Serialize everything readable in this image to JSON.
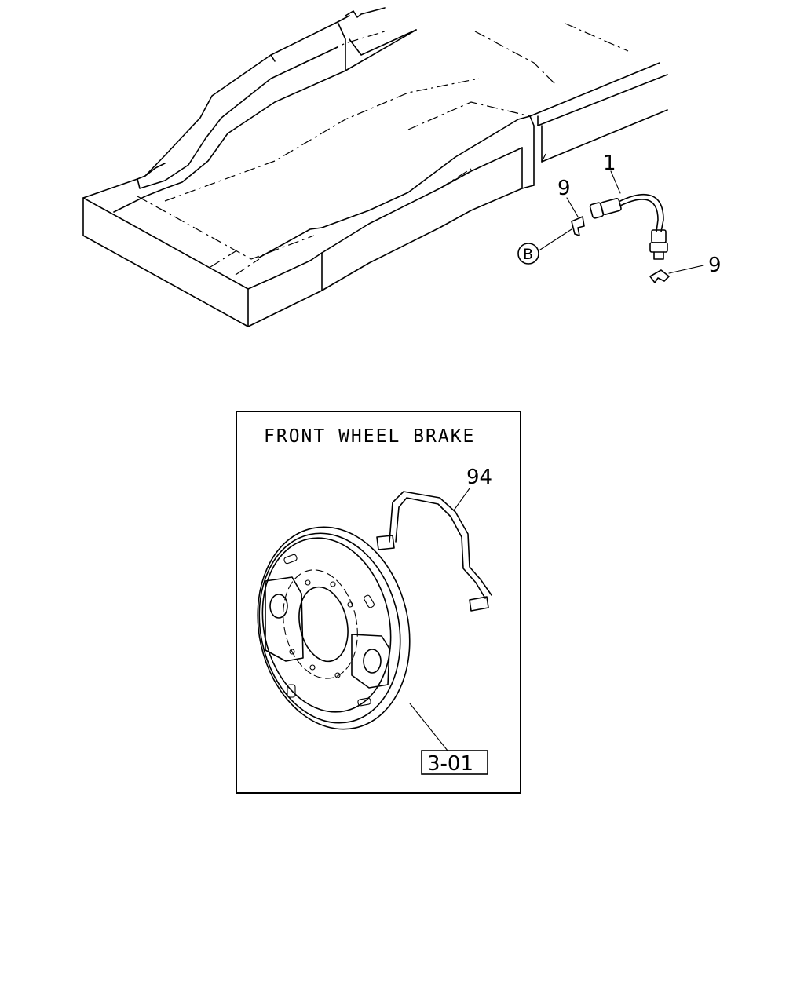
{
  "callouts": {
    "hose": "1",
    "clip_upper": "9",
    "clip_lower": "9",
    "pipe": "94",
    "location_mark": "B"
  },
  "inset": {
    "title": "FRONT WHEEL BRAKE",
    "reference": "3-01"
  }
}
